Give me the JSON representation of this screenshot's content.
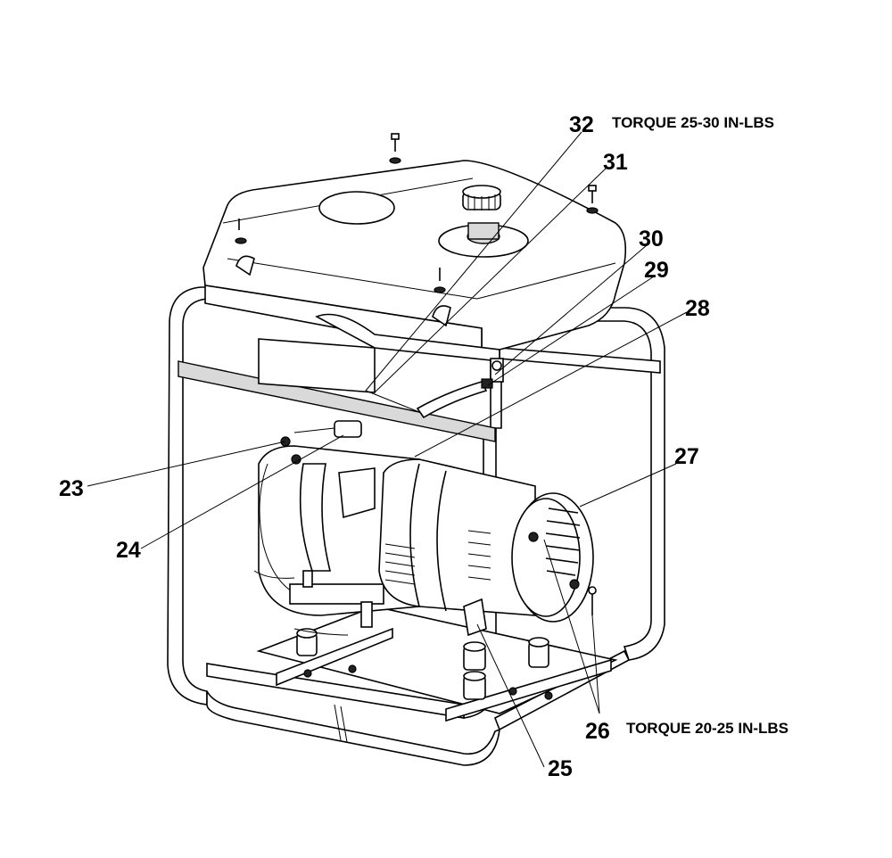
{
  "notes": {
    "torque_top": "TORQUE 25-30 IN-LBS",
    "torque_bottom": "TORQUE 20-25 IN-LBS"
  },
  "callouts": [
    {
      "id": "c32",
      "label": "32"
    },
    {
      "id": "c31",
      "label": "31"
    },
    {
      "id": "c30",
      "label": "30"
    },
    {
      "id": "c29",
      "label": "29"
    },
    {
      "id": "c28",
      "label": "28"
    },
    {
      "id": "c27",
      "label": "27"
    },
    {
      "id": "c26",
      "label": "26"
    },
    {
      "id": "c25",
      "label": "25"
    },
    {
      "id": "c24",
      "label": "24"
    },
    {
      "id": "c23",
      "label": "23"
    }
  ]
}
